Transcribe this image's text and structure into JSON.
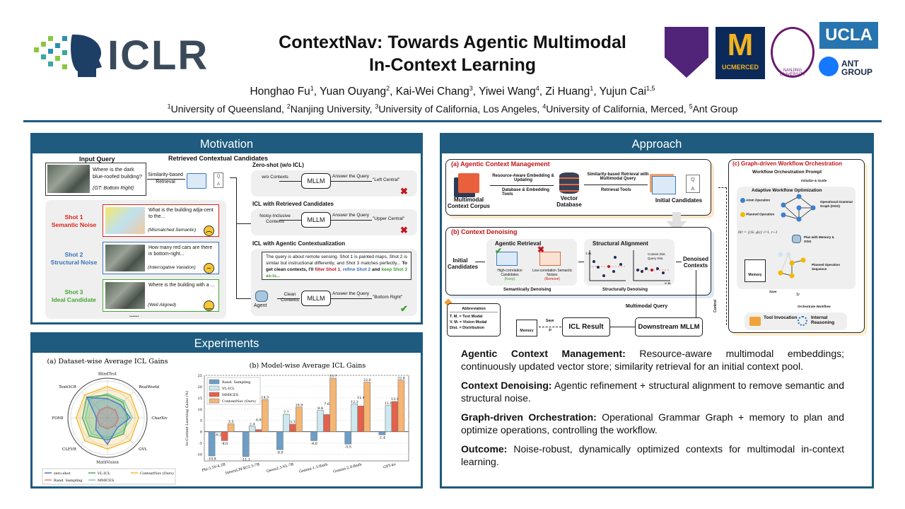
{
  "header": {
    "conference_logo": "ICLR",
    "title_line1": "ContextNav: Towards Agentic Multimodal",
    "title_line2": "In-Context Learning",
    "authors": [
      {
        "name": "Honghao Fu",
        "sup": "1"
      },
      {
        "name": "Yuan Ouyang",
        "sup": "2"
      },
      {
        "name": "Kai-Wei Chang",
        "sup": "3"
      },
      {
        "name": "Yiwei Wang",
        "sup": "4"
      },
      {
        "name": "Zi Huang",
        "sup": "1"
      },
      {
        "name": "Yujun Cai",
        "sup": "1,5"
      }
    ],
    "affiliations": [
      {
        "sup": "1",
        "name": "University of Queensland, "
      },
      {
        "sup": "2",
        "name": "Nanjing University, "
      },
      {
        "sup": "3",
        "name": "University of California, Los Angeles, "
      },
      {
        "sup": "4",
        "name": "University of California, Merced, "
      },
      {
        "sup": "5",
        "name": "Ant Group"
      }
    ],
    "logos": {
      "ucmerced": "UCMERCED",
      "nanjing": "NANJING UNIVERSITY",
      "ucla": "UCLA",
      "ant": "ANT GROUP"
    }
  },
  "motivation": {
    "title": "Motivation",
    "input_query_label": "Input Query",
    "query_text": "Where is the dark blue-roofed building?",
    "gt": "(GT: Bottom Right)",
    "retrieval_label": "Similarity-based Retrieval",
    "retrieved_label": "Retrieved Contextual Candidates",
    "shots": [
      {
        "name": "Shot 1",
        "type": "Semantic Noise",
        "question": "What is the building adja-cent to the...",
        "note": "(Mismatched Semantic)",
        "color": "#d9261c"
      },
      {
        "name": "Shot 2",
        "type": "Structural Noise",
        "question": "How many red cars are there in bottom-right...",
        "note": "(Interrogative Variation)",
        "color": "#3a73b8"
      },
      {
        "name": "Shot 3",
        "type": "Ideal Candidate",
        "question": "Where is the building with a ...",
        "note": "(Well Aligned)",
        "color": "#47a636"
      }
    ],
    "ellipsis": "......",
    "zero_shot": {
      "title": "Zero-shot (w/o ICL)",
      "input": "w/o Contexts",
      "model": "MLLM",
      "edge": "Answer the Query",
      "answer": "\"Left Central\""
    },
    "retrieved": {
      "title": "ICL with Retrieved Candidates",
      "input": "Noisy-Inclusive Contexts",
      "model": "MLLM",
      "edge": "Answer the Query",
      "answer": "\"Upper Central\""
    },
    "agentic": {
      "title": "ICL with Agentic Contextualization",
      "bubble_plain": "The query is about remote sensing. Shot 1 is painted maps, Shot 2 is similar but instructional differently, and Shot 3 matches perfectly... ",
      "bubble_bold": "To get clean contexts, I'll ",
      "filter": "filter Shot 1",
      "comma": ", ",
      "refine": "refine Shot 2",
      "and": " and ",
      "keep": "keep Shot 3 as-is...",
      "agent": "Agent",
      "input": "Clean Contexts",
      "model": "MLLM",
      "edge": "Answer the Query",
      "answer": "\"Bottom Right\""
    }
  },
  "experiments": {
    "title": "Experiments"
  },
  "chart_data": [
    {
      "type": "radar",
      "title": "(a) Dataset-wise Average ICL Gains",
      "axes": [
        "BlindTest",
        "RealWorld",
        "CharXiv",
        "GVL",
        "MathVision",
        "CLEVR",
        "FOMI",
        "TextOCR"
      ],
      "series": [
        {
          "name": "zero-shot",
          "color": "#4a72d0",
          "values": [
            0.52,
            0.5,
            0.62,
            0.38,
            0.72,
            0.45,
            0.3,
            0.78
          ]
        },
        {
          "name": "Rand. Sampling",
          "color": "#ef7f6e",
          "values": [
            0.3,
            0.3,
            0.3,
            0.3,
            0.3,
            0.3,
            0.3,
            0.3
          ]
        },
        {
          "name": "VL-ICL",
          "color": "#4fab5a",
          "values": [
            0.62,
            0.6,
            0.55,
            0.62,
            0.6,
            0.7,
            0.68,
            0.8
          ]
        },
        {
          "name": "MMICES",
          "color": "#7fd1b5",
          "values": [
            0.66,
            0.65,
            0.68,
            0.55,
            0.55,
            0.62,
            0.6,
            0.7
          ]
        },
        {
          "name": "ContextNav (Ours)",
          "color": "#f2b830",
          "values": [
            0.85,
            0.88,
            0.85,
            0.88,
            0.85,
            0.88,
            0.85,
            0.88
          ]
        }
      ]
    },
    {
      "type": "bar",
      "title": "(b) Model-wise Average ICL Gains",
      "ylabel": "In-Context Learning Gains (%)",
      "ylim": [
        -13,
        25
      ],
      "yticks": [
        -10,
        -5,
        0,
        5,
        10,
        15,
        20,
        25
      ],
      "categories": [
        "Phi-3.5V-4.2B",
        "InternLM-XC2.5-7B",
        "Qwen2.5-VL-7B",
        "Gemini-1.5-flash",
        "Gemini-2.0-flash",
        "GPT-4o"
      ],
      "series": [
        {
          "name": "Rand. Sampling",
          "color": "#6d9ec8",
          "values": [
            -10.8,
            -11.1,
            -8.0,
            -4.0,
            -5.5,
            -1.4
          ]
        },
        {
          "name": "VL-ICL",
          "color": "#cde8ef",
          "values": [
            -0.2,
            2.4,
            7.7,
            9.4,
            12.3,
            11.6
          ]
        },
        {
          "name": "MMICES",
          "color": "#e5604a",
          "values": [
            -4.0,
            0.9,
            3.3,
            7.6,
            11.4,
            13.4
          ]
        },
        {
          "name": "ContextNav (Ours)",
          "color": "#f5b673",
          "values": [
            3.5,
            14.3,
            10.9,
            23.7,
            22.0,
            22.8
          ]
        }
      ],
      "legend": "top-left"
    }
  ],
  "approach": {
    "title": "Approach",
    "a": {
      "title": "(a) Agentic Context Management",
      "corpus": "Multimodal Context Corpus",
      "edge1": "Resource-Aware Embedding & Updating",
      "tools1": "Database & Embedding Tools",
      "db": "Vector Database",
      "edge2": "Similarity-based Retrieval with Multimodal Query",
      "tools2": "Retrieval Tools",
      "out": "Initial Candidates"
    },
    "b": {
      "title": "(b) Context Denoising",
      "in": "Initial Candidates",
      "agentic": "Agentic Retrieval",
      "high": "High-correlation Candidates",
      "keep": "(Keep)",
      "low": "Low-correlation Semantic Noises",
      "remove": "(Remove)",
      "sem": "Semantically Denoising",
      "struct_title": "Structural Alignment",
      "ctx_dist": "Context Dist.",
      "query_dist": "Query Dist.",
      "tm": "T. M.",
      "vm": "V. M.",
      "struct": "Structurally Denoising",
      "out": "Denoised Contexts"
    },
    "abbr": {
      "title": "Abbreviation",
      "items": [
        "T. M. = Text Modal",
        "V. M. = Vision Modal",
        "Dist. = Distribution"
      ]
    },
    "bottom": {
      "memory": "Memory",
      "save": "Save",
      "phi": "ϕr",
      "icl": "ICL Result",
      "mq": "Multimodal Query",
      "mllm": "Downstream MLLM",
      "control": "Control"
    },
    "c": {
      "title": "(c) Graph-driven Workflow Orchestration",
      "prompt": "Workflow Orchestration Prompt",
      "init": "Initialize & Guide",
      "awo": "Adaptive Workflow Optimization",
      "atom": "Atom Operation",
      "planned": "Planned Operation",
      "ogg": "Operational Grammar Graph (OGG)",
      "mem_formula": "Mr = {(Si, ϕi)} i=1..r−1",
      "plan": "Plan with Memory & OGG",
      "memory": "Memory",
      "seq": "Planned Operation Sequence",
      "save": "Save",
      "sr": "Sr",
      "orch": "Orchestrate Workflow",
      "tool": "Tool Invocation",
      "reason": "Internal Reasoning"
    },
    "paragraphs": [
      {
        "label": "Agentic Context Management:",
        "text": " Resource-aware multimodal embeddings; continuously updated vector store; similarity retrieval for an initial context pool."
      },
      {
        "label": "Context Denoising:",
        "text": " Agentic refinement + structural alignment to remove semantic and structural noise."
      },
      {
        "label": "Graph-driven Orchestration:",
        "text": " Operational Grammar Graph + memory to plan and optimize operations, controlling the workflow."
      },
      {
        "label": "Outcome:",
        "text": " Noise-robust, dynamically optimized contexts for multimodal in-context learning."
      }
    ]
  }
}
